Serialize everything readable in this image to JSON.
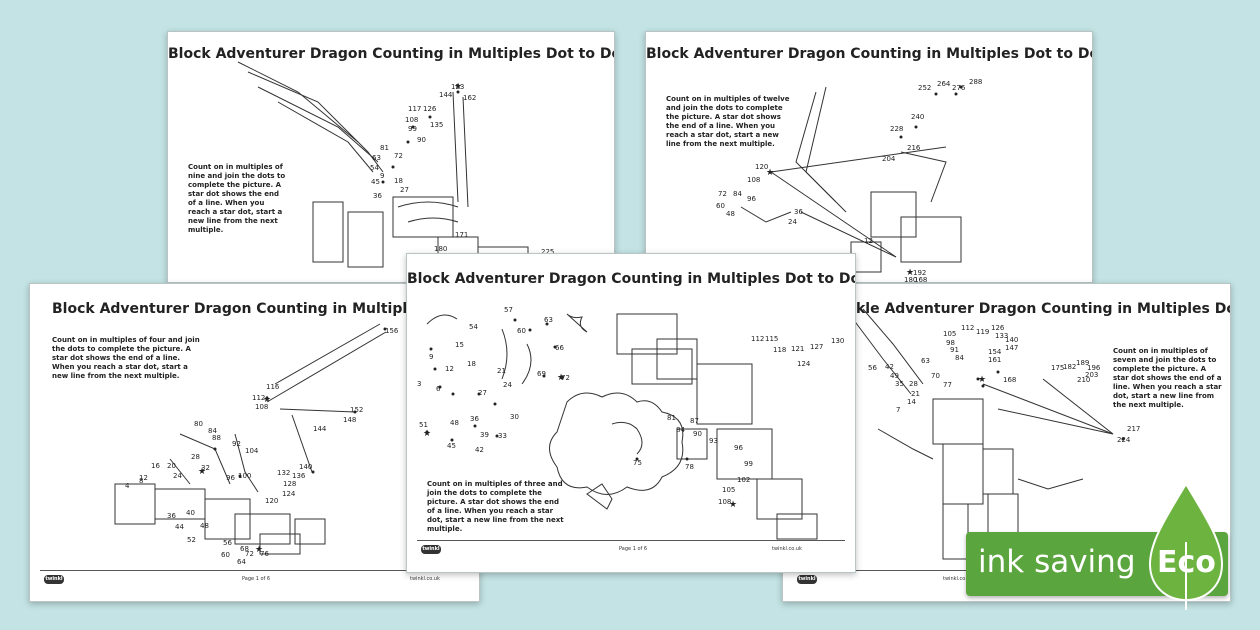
{
  "sheets": [
    {
      "title": "Block Adventurer Dragon Counting in Multiples Dot to Dot",
      "instructions": "Count on in multiples of nine and join the dots to complete the picture. A star dot shows the end of a line. When you reach a star dot, start a new line from the next multiple.",
      "dots": [
        "153",
        "144",
        "162",
        "117",
        "126",
        "108",
        "135",
        "99",
        "90",
        "81",
        "72",
        "63",
        "54",
        "45",
        "36",
        "27",
        "18",
        "9",
        "171",
        "180",
        "225"
      ]
    },
    {
      "title": "Block Adventurer Dragon Counting in Multiples Dot to Dot",
      "instructions": "Count on in multiples of twelve and join the dots to complete the picture. A star dot shows the end of a line. When you reach a star dot, start a new line from the next multiple.",
      "dots": [
        "288",
        "252",
        "264",
        "276",
        "240",
        "228",
        "216",
        "204",
        "120",
        "108",
        "72",
        "84",
        "96",
        "60",
        "48",
        "36",
        "24",
        "12",
        "192",
        "180",
        "168"
      ]
    },
    {
      "title": "Block Adventurer Dragon Counting in Multiples Dot",
      "instructions": "Count on in multiples of four and join the dots to complete the picture. A star dot shows the end of a line. When you reach a star dot, start a new line from the next multiple.",
      "dots": [
        "156",
        "116",
        "112",
        "108",
        "152",
        "148",
        "144",
        "140",
        "136",
        "132",
        "128",
        "124",
        "120",
        "104",
        "100",
        "96",
        "92",
        "88",
        "84",
        "80",
        "32",
        "28",
        "24",
        "20",
        "16",
        "12",
        "8",
        "4",
        "36",
        "40",
        "44",
        "48",
        "52",
        "56",
        "60",
        "64",
        "68",
        "72",
        "76"
      ],
      "footer_page": "Page 1 of 6",
      "footer_site": "twinkl.co.uk"
    },
    {
      "title": "Block Adventurer Dragon Counting in Multiples Dot to Dot",
      "instructions": "Count on in multiples of three and join the dots to complete the picture. A star dot shows the end of a line. When you reach a star dot, start a new line from the next multiple.",
      "dots": [
        "57",
        "54",
        "60",
        "63",
        "66",
        "69",
        "72",
        "15",
        "12",
        "9",
        "18",
        "21",
        "24",
        "27",
        "3",
        "6",
        "30",
        "36",
        "33",
        "39",
        "42",
        "45",
        "48",
        "51",
        "75",
        "78",
        "81",
        "84",
        "87",
        "90",
        "93",
        "96",
        "99",
        "102",
        "105",
        "108",
        "112",
        "115",
        "118",
        "121",
        "124",
        "127",
        "130"
      ],
      "footer_page": "Page 1 of 6",
      "footer_site": "twinkl.co.uk"
    },
    {
      "title": "nkle Adventurer Dragon Counting in Multiples Dot to Dot",
      "instructions": "Count on in multiples of seven and join the dots to complete the picture. A star dot shows the end of a line. When you reach a star dot, start a new line from the next multiple.",
      "dots": [
        "112",
        "119",
        "126",
        "105",
        "133",
        "98",
        "140",
        "91",
        "147",
        "84",
        "154",
        "161",
        "168",
        "175",
        "182",
        "189",
        "196",
        "203",
        "210",
        "217",
        "224",
        "56",
        "42",
        "49",
        "35",
        "28",
        "21",
        "14",
        "7",
        "63",
        "70",
        "77"
      ],
      "footer_page": "",
      "footer_site": "twinkl.co.uk"
    }
  ],
  "badge": {
    "text": "ink saving",
    "eco": "Eco",
    "color": "#5aa53d"
  },
  "brand": "twinkl"
}
